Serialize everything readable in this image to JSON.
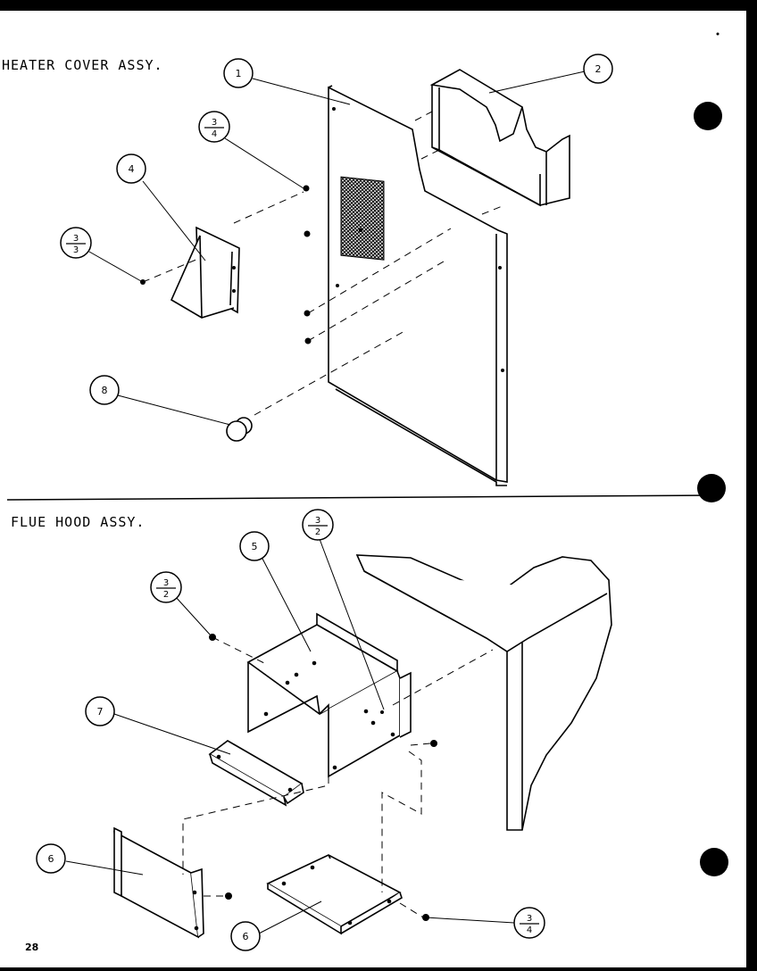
{
  "sections": {
    "heater_title": "HEATER COVER ASSY.",
    "flue_title": "FLUE HOOD ASSY."
  },
  "page_number": "28",
  "callouts": {
    "c1": "1",
    "c2": "2",
    "c4": "4",
    "c8": "8",
    "c5": "5",
    "c7": "7",
    "c6a": "6",
    "c6b": "6",
    "f34_top": {
      "num": "3",
      "den": "4"
    },
    "f33": {
      "num": "3",
      "den": "3"
    },
    "f32_mid": {
      "num": "3",
      "den": "2"
    },
    "f32_left": {
      "num": "3",
      "den": "2"
    },
    "f34_bot": {
      "num": "3",
      "den": "4"
    }
  }
}
